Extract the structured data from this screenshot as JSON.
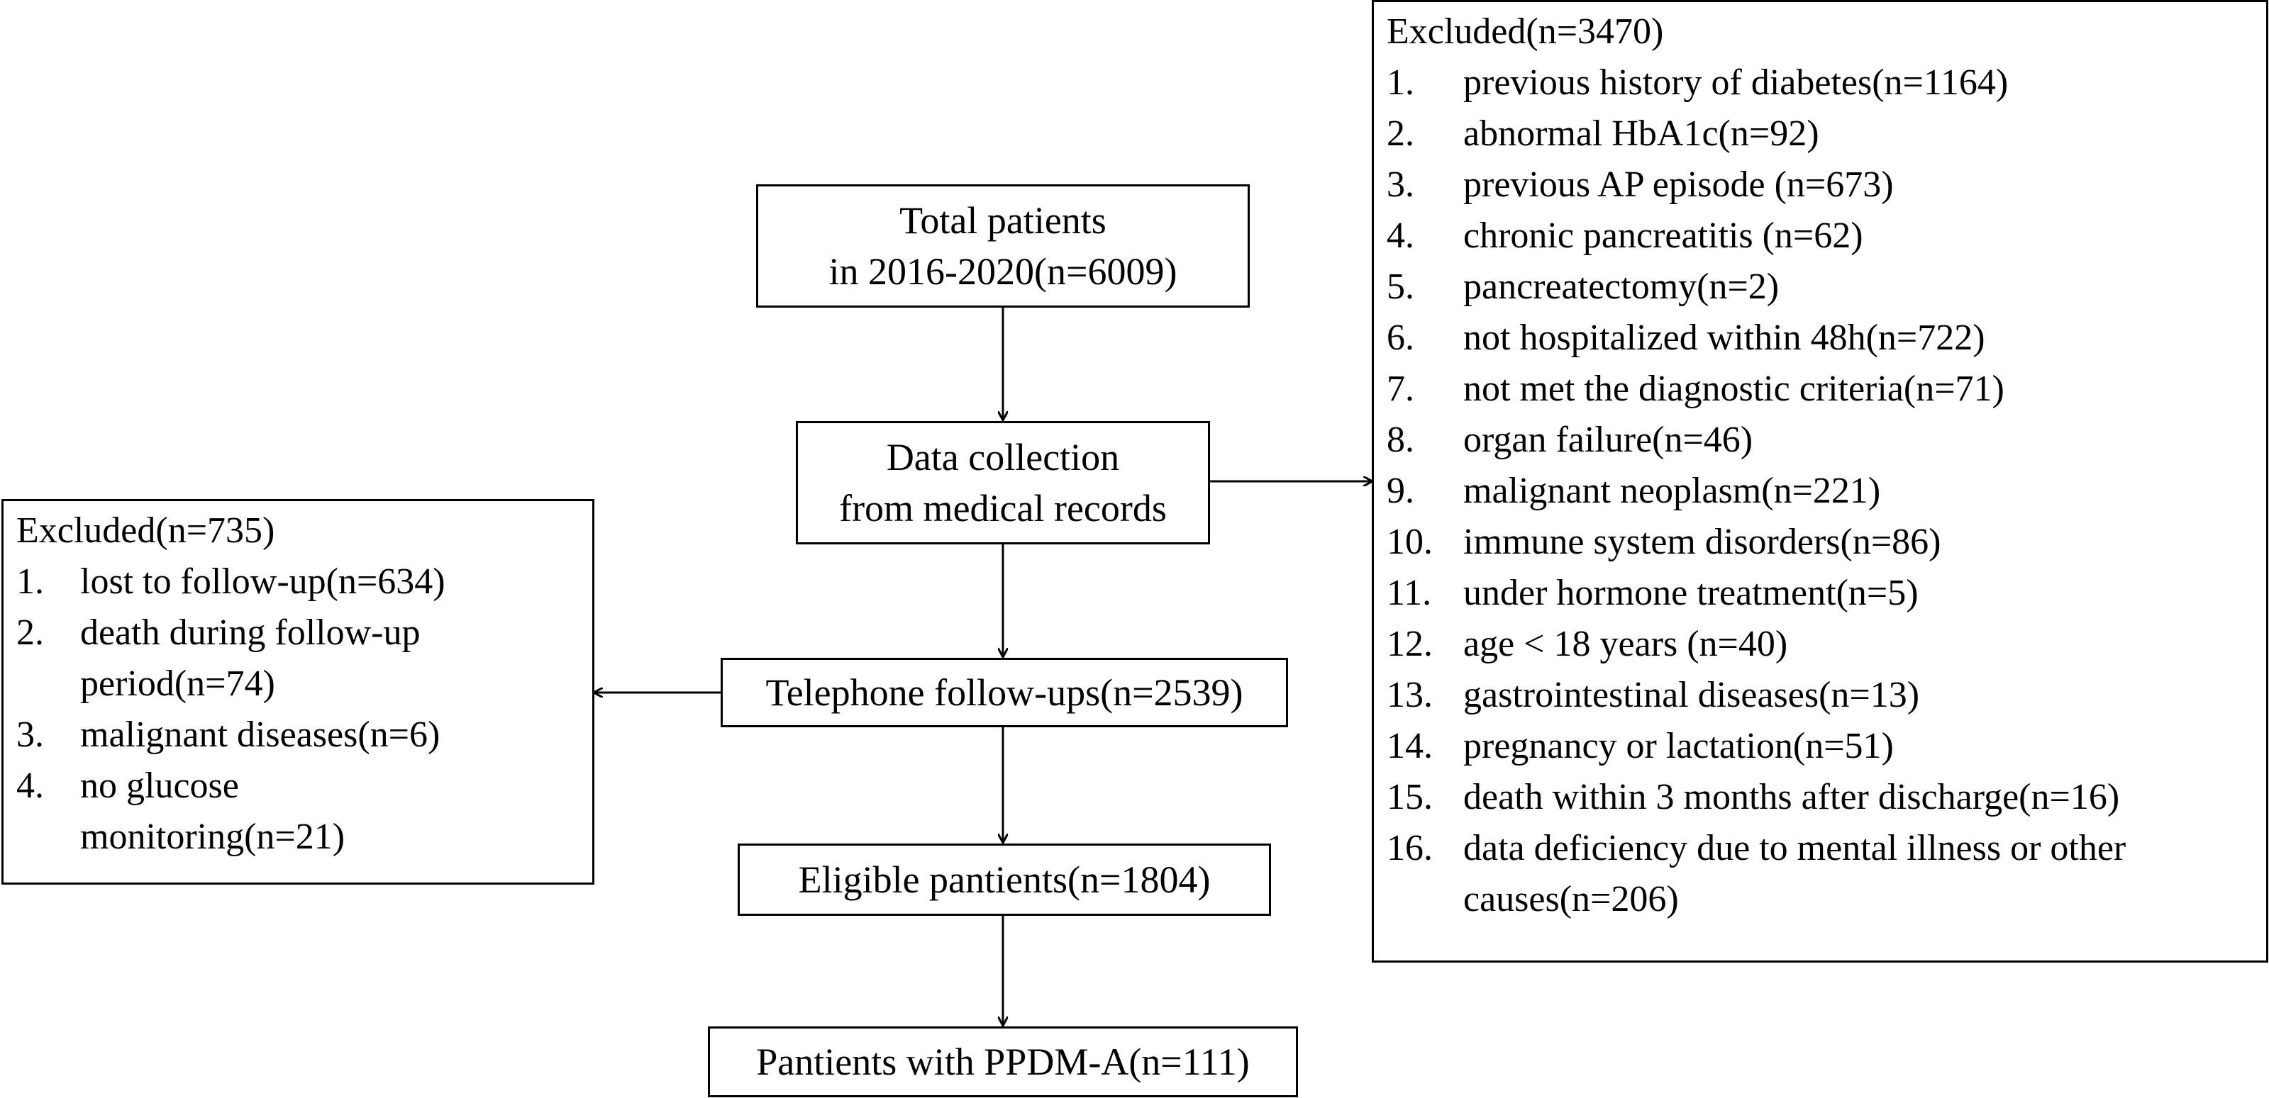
{
  "flow": {
    "total": {
      "line1": "Total patients",
      "line2": "in 2016-2020(n=6009)"
    },
    "data_collection": {
      "line1": "Data collection",
      "line2": "from medical records"
    },
    "telephone": "Telephone follow-ups(n=2539)",
    "eligible": "Eligible pantients(n=1804)",
    "ppdm": "Pantients with PPDM-A(n=111)"
  },
  "excluded_right": {
    "title": "Excluded(n=3470)",
    "items": [
      {
        "num": "1.",
        "text": "previous history of diabetes(n=1164)"
      },
      {
        "num": "2.",
        "text": "abnormal HbA1c(n=92)"
      },
      {
        "num": "3.",
        "text": "previous AP episode (n=673)"
      },
      {
        "num": "4.",
        "text": "chronic pancreatitis (n=62)"
      },
      {
        "num": "5.",
        "text": "pancreatectomy(n=2)"
      },
      {
        "num": "6.",
        "text": "not hospitalized within 48h(n=722)"
      },
      {
        "num": "7.",
        "text": "not met the diagnostic criteria(n=71)"
      },
      {
        "num": "8.",
        "text": "organ failure(n=46)"
      },
      {
        "num": "9.",
        "text": "malignant neoplasm(n=221)"
      },
      {
        "num": "10.",
        "text": "immune system disorders(n=86)"
      },
      {
        "num": "11.",
        "text": "under hormone treatment(n=5)"
      },
      {
        "num": "12.",
        "text": "age < 18 years (n=40)"
      },
      {
        "num": "13.",
        "text": "gastrointestinal diseases(n=13)"
      },
      {
        "num": "14.",
        "text": "pregnancy or lactation(n=51)"
      },
      {
        "num": "15.",
        "text": "death within 3 months after discharge(n=16)"
      },
      {
        "num": "16.",
        "text": "data deficiency due to mental illness or other causes(n=206)"
      }
    ]
  },
  "excluded_left": {
    "title": "Excluded(n=735)",
    "items": [
      {
        "num": "1.",
        "text": "lost to follow-up(n=634)"
      },
      {
        "num": "2.",
        "text": "death during follow-up period(n=74)"
      },
      {
        "num": "3.",
        "text": "malignant diseases(n=6)"
      },
      {
        "num": "4.",
        "text": "no glucose monitoring(n=21)"
      }
    ]
  }
}
